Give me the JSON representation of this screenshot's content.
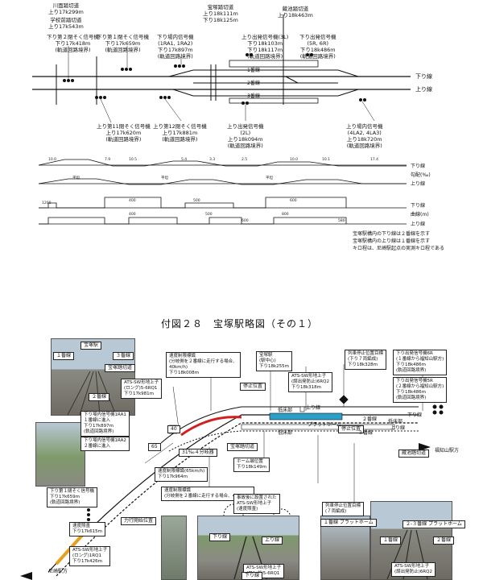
{
  "top": {
    "labels": [
      {
        "id": "kawazura",
        "lines": [
          "川面踏切道",
          "上り17k299m"
        ]
      },
      {
        "id": "gakkomae",
        "lines": [
          "学校前踏切道",
          "上り17k543m"
        ]
      },
      {
        "id": "sig_shimo2",
        "lines": [
          "下り第２閉そく信号機",
          "下り17k418m",
          "(軌道回路境界)"
        ]
      },
      {
        "id": "sig_shimo1",
        "lines": [
          "下り第１閉そく信号機",
          "下り17k659m",
          "(軌道回路境界)"
        ]
      },
      {
        "id": "sig_jonai",
        "lines": [
          "下り場内信号機",
          "(1RA1, 1RA2)",
          "下り17k897m",
          "(軌道回路境界)"
        ]
      },
      {
        "id": "takarazuka_fumi",
        "lines": [
          "宝塚踏切道",
          "上り18k111m",
          "下り18k125m"
        ]
      },
      {
        "id": "sig_shuppatsu3l",
        "lines": [
          "上り出発信号機(3L)",
          "下り18k103m",
          "下り18k117m",
          "(軌道回路境界)"
        ]
      },
      {
        "id": "tsukiji_fumi",
        "lines": [
          "蔵池踏切道",
          "上り18k463m"
        ]
      },
      {
        "id": "sig_shuppatsu5r",
        "lines": [
          "下り出発信号機",
          "(5R, 6R)",
          "下り18k486m",
          "(軌道回路境界)"
        ]
      },
      {
        "id": "sig_nobori11",
        "lines": [
          "上り第11閉そく信号機",
          "上り17k620m",
          "(軌道回路境界)"
        ]
      },
      {
        "id": "sig_nobori12",
        "lines": [
          "上り第12閉そく信号機",
          "上り17k881m",
          "(軌道回路境界)"
        ]
      },
      {
        "id": "sig_nobori_shuppatsu2l",
        "lines": [
          "上り出発信号機",
          "(2L)",
          "上り18k094m",
          "(軌道回路境界)"
        ]
      },
      {
        "id": "sig_nobori_jonai",
        "lines": [
          "上り場内信号機",
          "(4LA2, 4LA3)",
          "上り18k720m",
          "(軌道回路境界)"
        ]
      }
    ],
    "tracks": {
      "line1": "1番線",
      "line2": "2番線",
      "line3": "3番線",
      "down": "下り線",
      "up": "上り線"
    },
    "profile": {
      "kobai_label": "勾配(‰)",
      "kyokusen_label": "曲線(ｍ)",
      "down_label": "下り線",
      "up_label": "上り線",
      "flat": "平坦",
      "gradients": [
        "10.0",
        "7.9",
        "10.5",
        "5.4",
        "3.3",
        "2.5",
        "10.0",
        "10.1",
        "17.4"
      ],
      "radii": [
        "1200",
        "400",
        "500",
        "600",
        "500",
        "400",
        "600",
        "800",
        "580"
      ]
    },
    "notes": [
      "宝塚駅構内の下り線は２番線を示す",
      "宝塚駅構内の上り線は１番線を示す",
      "キロ程は、尼崎駅起点の実測キロ程である"
    ]
  },
  "caption": "付図２８　宝塚駅略図（その１）",
  "bottom": {
    "boxes": [
      {
        "id": "b_speed1",
        "lines": [
          "速度制限標識",
          "(分岐側を２番線に走行する場合、",
          "40km/h)",
          "下り18k008m"
        ]
      },
      {
        "id": "b_station",
        "lines": [
          "宝塚駅",
          "(駅中心)",
          "下り18k255m"
        ]
      },
      {
        "id": "b_stopmark",
        "lines": [
          "列車停止位置目標",
          "(下り７両編成)",
          "下り18k328m"
        ]
      },
      {
        "id": "b_shuppatsu6r",
        "lines": [
          "下り出発信号機6R",
          "(１番線から福知山駅方)",
          "下り18k486m",
          "(軌道回路境界)"
        ]
      },
      {
        "id": "b_ats1",
        "lines": [
          "ATS-SW形地上子",
          "(ロング)5-6RQ1",
          "下り17k981m"
        ]
      },
      {
        "id": "b_ats2",
        "lines": [
          "ATS-SW形地上子",
          "(誤出発防止)6RQ2",
          "下り18k318m"
        ]
      },
      {
        "id": "b_shuppatsu5r",
        "lines": [
          "下り出発信号機5R",
          "(２番線から福知山駅方)",
          "下り18k486m",
          "(軌道回路境界)"
        ]
      },
      {
        "id": "b_jonai1ra1",
        "lines": [
          "下り場内信号機1RA1",
          "１番線に進入",
          "下り17k897m",
          "(軌道回路境界)"
        ]
      },
      {
        "id": "b_jonai1ra2",
        "lines": [
          "下り場内信号機1RA2",
          "２番線に進入"
        ]
      },
      {
        "id": "b_speed65",
        "lines": [
          "速度制限標識(65km/h)",
          "下り17k964m"
        ]
      },
      {
        "id": "b_home",
        "lines": [
          "ホーム端位置",
          "下り18k149m"
        ]
      },
      {
        "id": "b_shimo1",
        "lines": [
          "下り第１閉そく信号機",
          "下り17k659m",
          "(軌道回路境界)"
        ]
      },
      {
        "id": "b_speed2",
        "lines": [
          "速度制限標識",
          "(分岐側を２番線に走行する場合、40km/h)"
        ]
      },
      {
        "id": "b_accident",
        "lines": [
          "事故後に設置された",
          "ATS-SW形地上子",
          "(速度照査)"
        ]
      },
      {
        "id": "b_stopmark7",
        "lines": [
          "列車停止位置目標",
          "(７両編成)"
        ]
      },
      {
        "id": "b_sogen",
        "lines": [
          "速度照査",
          "下り17k615m"
        ]
      },
      {
        "id": "b_ats_rq1",
        "lines": [
          "ATS-SW形地上子",
          "(ロング)1RQ1",
          "下り17k426m"
        ]
      },
      {
        "id": "b_ats_bottom",
        "lines": [
          "ATS-SW形地上子",
          "(ロング)5-6RQ1"
        ]
      },
      {
        "id": "b_ats_6rq2",
        "lines": [
          "ATS-SW形地上子",
          "(誤出発防止)6RQ2"
        ]
      }
    ],
    "tags": {
      "takarazuka_eki": "宝塚駅",
      "line1": "１番線",
      "line2": "２番線",
      "line3": "３番線",
      "takarazuka_fumikiri": "宝塚踏切道",
      "teishi": "停止位置",
      "uesen": "上り線",
      "uesen2": "上り線",
      "shimosen": "下り線",
      "shimosen2": "下り線",
      "platform": "プラットホーム",
      "fukuchiyama": "福知山駅方",
      "amagasaki": "尼崎駅方",
      "kurachi": "蔵池踏切道",
      "teishi2": "停止位置",
      "curve": "31‰４分岐器",
      "rikko": "力行開始位置",
      "low1": "低床部",
      "low2": "低床部",
      "low3": "低床部",
      "home1": "１番線 プラットホーム",
      "home23": "２-３番線 プラットホーム",
      "p1": "１番線",
      "p2": "２番線",
      "sig40": "40",
      "sig65": "65",
      "hmark": "1番線"
    },
    "colors": {
      "accent": "#d02020",
      "platform": "#2aa0c8",
      "photo_sky": "#b8c8d4",
      "photo_green": "#7f9a6a",
      "photo_gray": "#8a8a84"
    }
  }
}
